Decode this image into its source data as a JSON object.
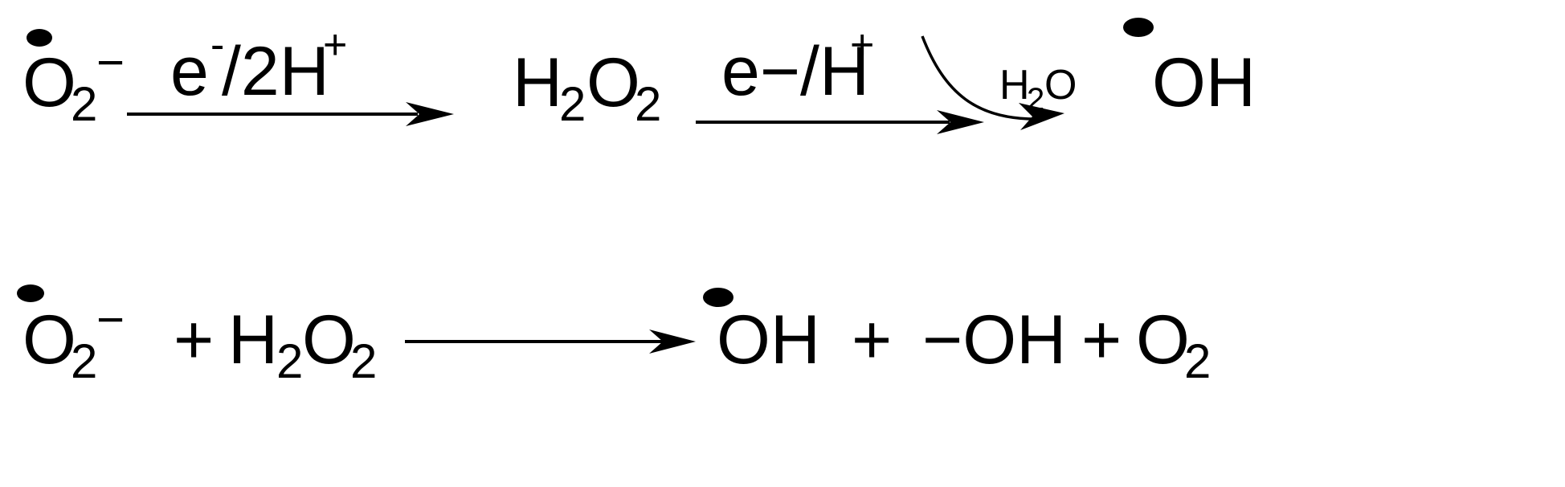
{
  "colors": {
    "ink": "#000000",
    "background": "#ffffff"
  },
  "reaction1": {
    "reactant": {
      "symbol": "O",
      "subscript": "2",
      "charge": "−",
      "radical_dot": true
    },
    "step1": {
      "label_e": "e",
      "label_e_sup": "-",
      "label_rest": "/2H",
      "label_sup": "+"
    },
    "intermediate": {
      "h": "H",
      "h_sub": "2",
      "o": "O",
      "o_sub": "2"
    },
    "step2": {
      "label_main": "e−/H",
      "label_sup": "+"
    },
    "byproduct": {
      "h": "H",
      "h_sub": "2",
      "o": "O"
    },
    "product": {
      "text": "OH",
      "radical_dot": true
    }
  },
  "reaction2": {
    "reactant1": {
      "symbol": "O",
      "subscript": "2",
      "charge": "−",
      "radical_dot": true
    },
    "plus1": "+",
    "reactant2": {
      "h": "H",
      "h_sub": "2",
      "o": "O",
      "o_sub": "2"
    },
    "product1": {
      "text": "OH",
      "radical_dot": true
    },
    "plus2": "+",
    "product2": {
      "text": "−OH"
    },
    "plus3": "+",
    "product3": {
      "symbol": "O",
      "subscript": "2"
    }
  }
}
